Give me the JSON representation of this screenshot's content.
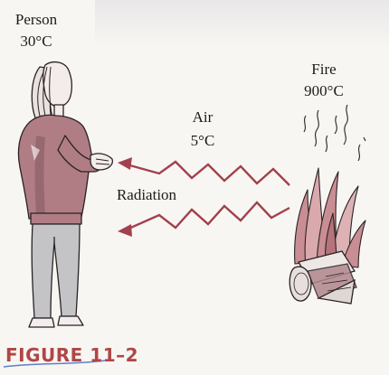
{
  "figure": {
    "person": {
      "label": "Person",
      "temperature": "30°C"
    },
    "air": {
      "label": "Air",
      "temperature": "5°C"
    },
    "fire": {
      "label": "Fire",
      "temperature": "900°C"
    },
    "radiation_label": "Radiation",
    "caption": "FIGURE 11–2"
  },
  "colors": {
    "shirt": "#b07d85",
    "shirt_shadow": "#8e5f68",
    "pants": "#c4c4c6",
    "arrow": "#a3404d",
    "flame": "#c98e93",
    "caption": "#b04646",
    "underline": "#5f7fc8",
    "outline": "#2a2224"
  }
}
